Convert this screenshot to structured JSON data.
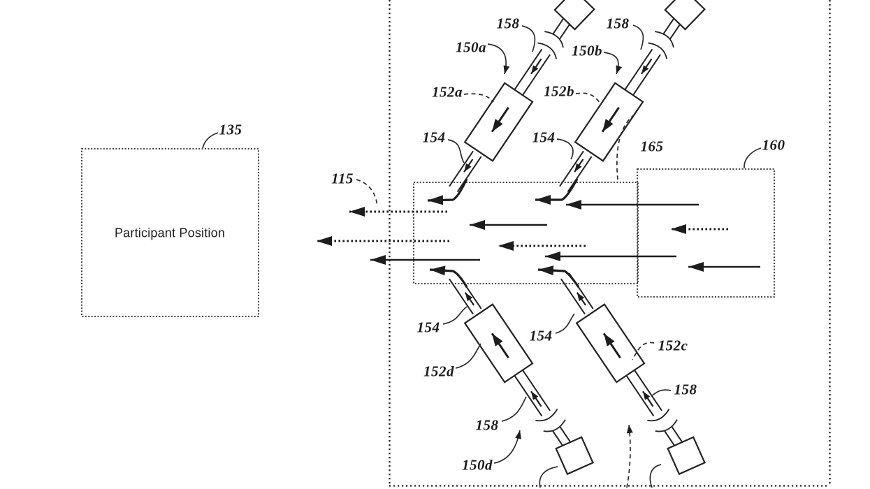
{
  "figure": {
    "kind": "patent-flow-diagram",
    "participant_box": {
      "text": "Participant Position"
    },
    "labels": {
      "l135": "135",
      "l115": "115",
      "l150a": "150a",
      "l150b": "150b",
      "l150d": "150d",
      "l152a": "152a",
      "l152b": "152b",
      "l152c": "152c",
      "l152d": "152d",
      "l154_tl": "154",
      "l154_tr": "154",
      "l154_bl": "154",
      "l154_br": "154",
      "l158_tl": "158",
      "l158_tr": "158",
      "l158_bl": "158",
      "l158_br": "158",
      "l160": "160",
      "l165": "165"
    },
    "colors": {
      "ink": "#232323",
      "background": "#ffffff"
    }
  }
}
